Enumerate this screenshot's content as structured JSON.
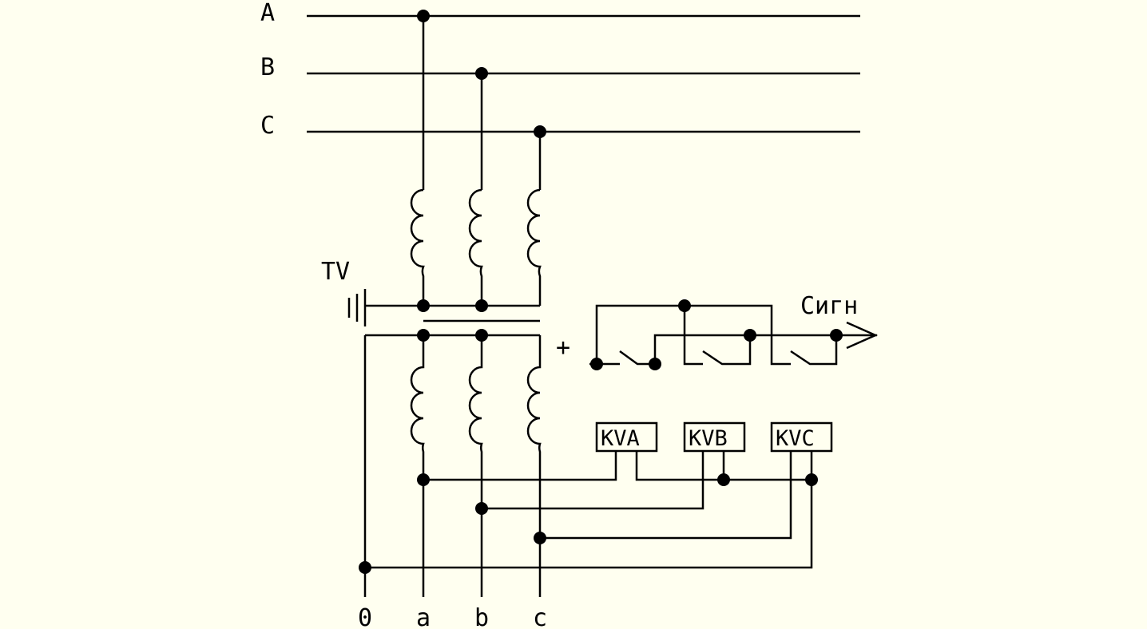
{
  "phases": {
    "a": "A",
    "b": "B",
    "c": "C"
  },
  "transformer": {
    "label": "TV"
  },
  "signal": {
    "plus": "+",
    "label": "Сигн"
  },
  "relays": [
    {
      "label": "KVA"
    },
    {
      "label": "KVB"
    },
    {
      "label": "KVC"
    }
  ],
  "terminals": [
    "0",
    "a",
    "b",
    "c"
  ],
  "colors": {
    "background": "#fffff0",
    "ink": "#000000"
  }
}
